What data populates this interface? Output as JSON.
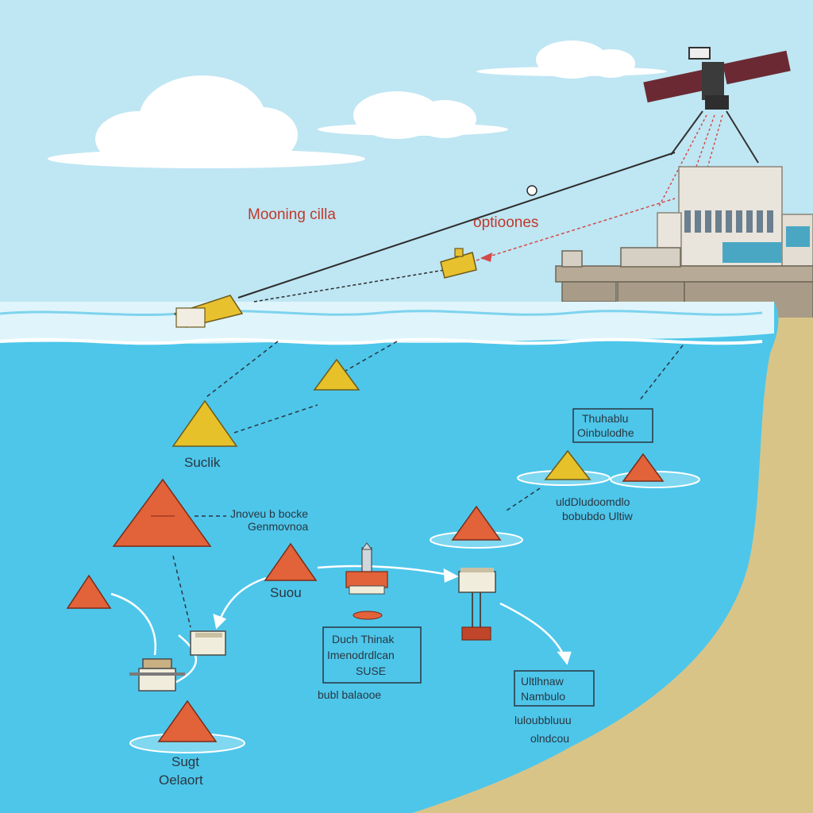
{
  "colors": {
    "sky": "#bfe6f3",
    "water": "#4dc6ea",
    "water_deep": "#36b3df",
    "sand": "#d9c488",
    "cone_orange": "#e2623a",
    "cone_yellow": "#e6c12a",
    "building": "#e9e4dc",
    "satellite_panel": "#6b2a33",
    "label_red": "#c0392b"
  },
  "labels": {
    "mooring": "Mooning cilla",
    "optics": "optioones",
    "cone_a": "Suclik",
    "cone_b_1": "Jnoveu b bocke",
    "cone_b_2": "Genmovnoa",
    "cone_c": "Suou",
    "cone_d_1": "Sugt",
    "cone_d_2": "Oelaort",
    "box1_1": "Duch Thinak",
    "box1_2": "Imenodrdlcan",
    "box1_3": "SUSE",
    "box1_caption": "bubl balaooe",
    "right_box_1": "Thuhablu",
    "right_box_2": "Oinbulodhe",
    "right_label_1": "uldDludoomdlo",
    "right_label_2": "bobubdo Ultiw",
    "box3_1": "Ultlhnaw",
    "box3_2": "Nambulo",
    "box3_caption_1": "luloubbluuu",
    "box3_caption_2": "olndcou"
  }
}
